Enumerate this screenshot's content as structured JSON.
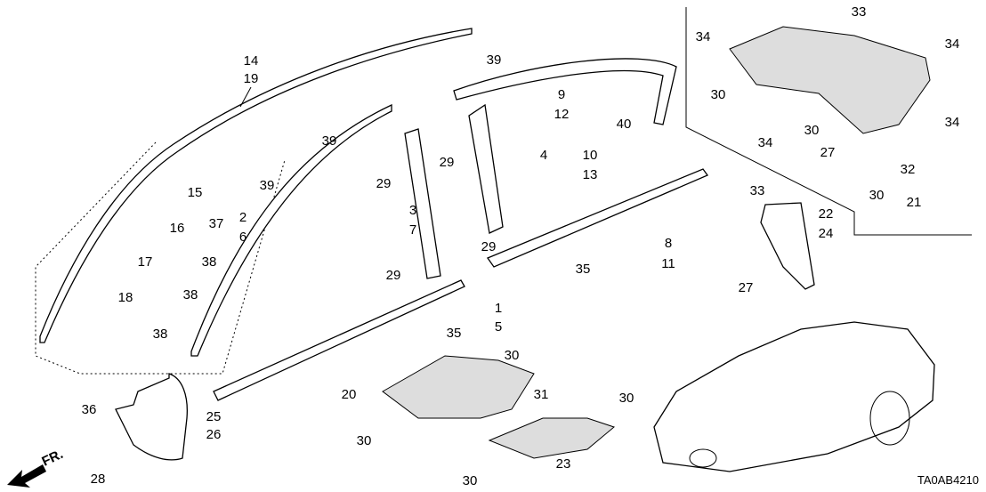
{
  "diagram": {
    "labels": [
      "14",
      "19",
      "39",
      "39",
      "39",
      "15",
      "16",
      "17",
      "18",
      "37",
      "38",
      "38",
      "38",
      "2",
      "6",
      "3",
      "7",
      "29",
      "29",
      "9",
      "12",
      "40",
      "4",
      "10",
      "13",
      "29",
      "8",
      "11",
      "35",
      "29",
      "1",
      "5",
      "35",
      "30",
      "20",
      "31",
      "30",
      "30",
      "23",
      "30",
      "36",
      "25",
      "26",
      "28",
      "FR.",
      "34",
      "33",
      "34",
      "30",
      "34",
      "30",
      "34",
      "27",
      "32",
      "30",
      "21",
      "33",
      "22",
      "24",
      "27"
    ],
    "diagram_code": "TA0AB4210"
  }
}
